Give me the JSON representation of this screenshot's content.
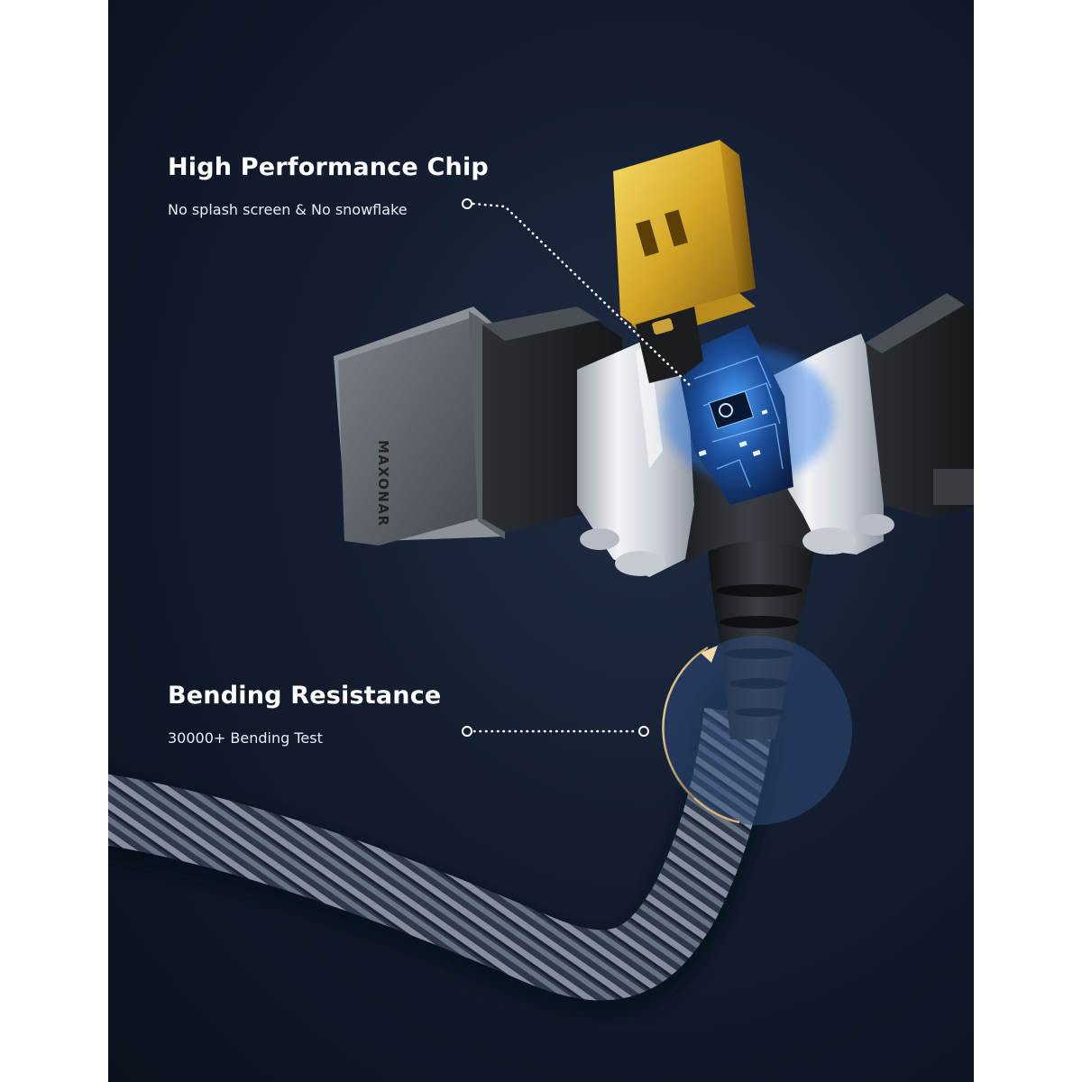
{
  "features": [
    {
      "title": "High Performance Chip",
      "description": "No splash screen & No snowflake"
    },
    {
      "title": "Bending Resistance",
      "description": "30000+ Bending Test"
    }
  ],
  "brand": {
    "name": "MAXONAR"
  },
  "colors": {
    "background": "#141d2f",
    "connector_gold": "#d9b133",
    "shell_silver": "#d7dbe1",
    "housing_dark": "#2a2d31",
    "pcb_blue": "#1f5fb5",
    "braid_blue_grey": "#6f7c94"
  }
}
